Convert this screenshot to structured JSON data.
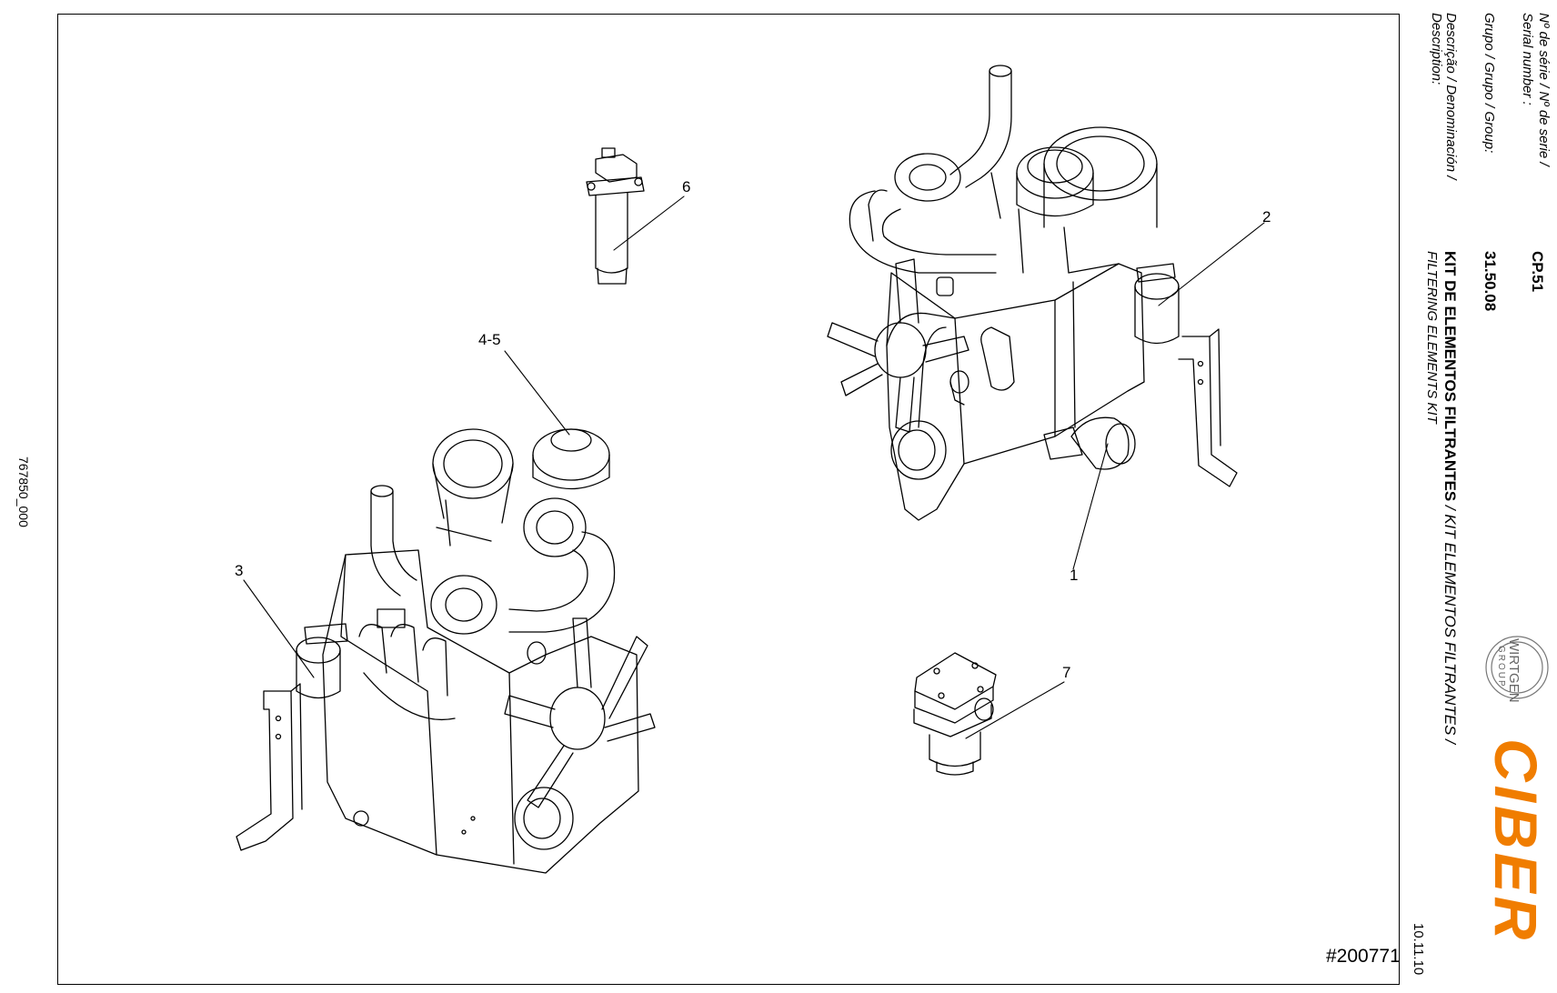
{
  "drawing": {
    "code": "#200771",
    "side_code": "767850_000",
    "date": "10.11.10",
    "callouts": {
      "c1": "1",
      "c2": "2",
      "c3": "3",
      "c45": "4-5",
      "c6": "6",
      "c7": "7"
    }
  },
  "title_block": {
    "serial_label_1": "Nº de série / Nº de serie /",
    "serial_label_2": "Serial number :",
    "serial_value": "CP.51",
    "group_label": "Grupo / Grupo / Group:",
    "group_value": "31.50.08",
    "desc_label_1": "Descrição / Denominación /",
    "desc_label_2": "Description:",
    "desc_title_bold": "KIT DE ELEMENTOS FILTRANTES",
    "desc_title_rest": " / KIT ELEMENTOS FILTRANTES /",
    "desc_subtitle": "FILTERING ELEMENTS KIT"
  },
  "logos": {
    "wirtgen_line1": "WIRTGEN",
    "wirtgen_line2": "GROUP",
    "ciber": "CIBER",
    "brand_color": "#f07d00"
  }
}
